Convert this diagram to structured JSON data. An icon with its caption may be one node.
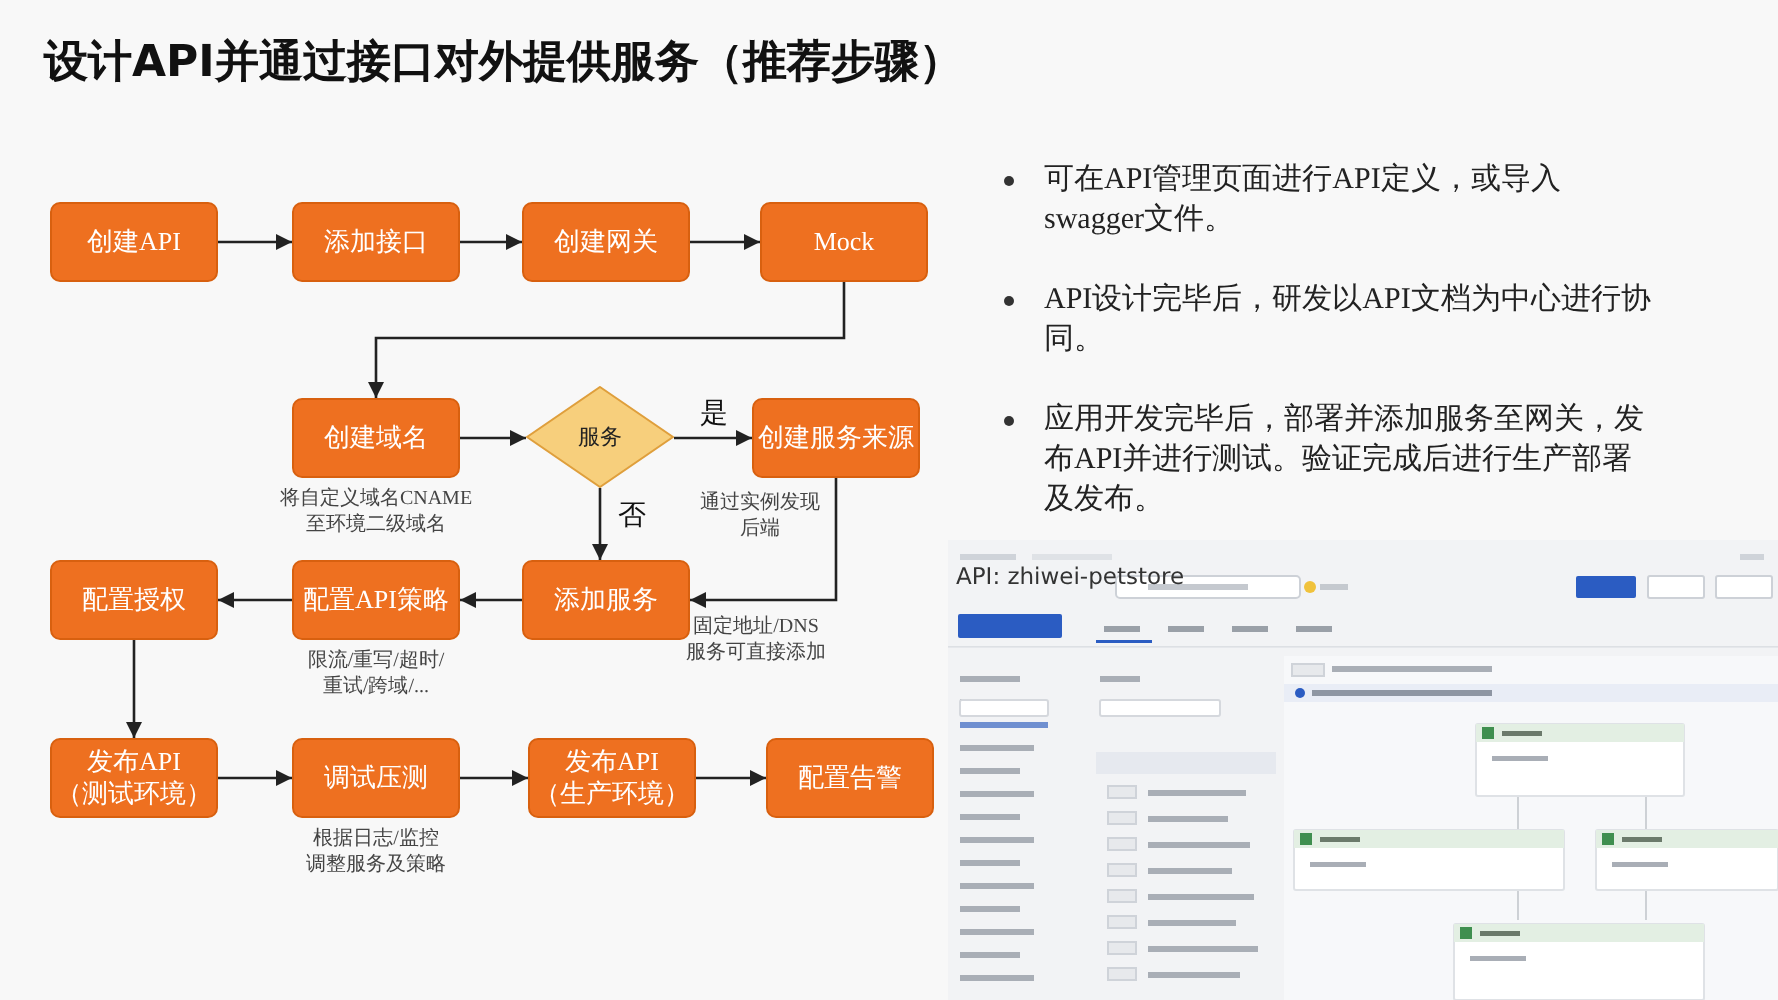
{
  "diagram": {
    "title": "设计API并通过接口对外提供服务（推荐步骤）",
    "nodes": [
      {
        "text": [
          "创建API"
        ]
      },
      {
        "text": [
          "添加接口"
        ]
      },
      {
        "text": [
          "创建网关"
        ]
      },
      {
        "text": [
          "Mock"
        ]
      },
      {
        "text": [
          "创建域名"
        ],
        "beside": [
          "将自定义域名CNAME至环境二级域名"
        ]
      },
      {
        "text": [
          "服务"
        ]
      },
      {
        "text": [
          "创建服务来源"
        ],
        "beside": [
          "通过实例发现后端"
        ]
      },
      {
        "text": [
          "配置授权"
        ]
      },
      {
        "text": [
          "配置API策略"
        ],
        "beside": [
          "限流/重写/超时/重试/跨域/..."
        ]
      },
      {
        "text": [
          "添加服务"
        ],
        "beside": [
          "固定地址/DNS服务可直接添加"
        ]
      },
      {
        "text": [
          "发布API（测试环境）"
        ]
      },
      {
        "text": [
          "调试压测"
        ],
        "beside": [
          "根据日志/监控调整服务及策略"
        ]
      },
      {
        "text": [
          "发布API（生产环境）"
        ]
      },
      {
        "text": [
          "配置告警"
        ]
      }
    ],
    "edges": [
      {
        "from": 0,
        "to": 1,
        "arrow": "to"
      },
      {
        "from": 1,
        "to": 2,
        "arrow": "to"
      },
      {
        "from": 2,
        "to": 3,
        "arrow": "to"
      },
      {
        "from": 3,
        "to": 4,
        "arrow": "to"
      },
      {
        "from": 4,
        "to": 5,
        "arrow": "to"
      },
      {
        "from": 5,
        "to": 6,
        "arrow": "to",
        "label": "是"
      },
      {
        "from": 5,
        "to": 9,
        "arrow": "to",
        "label": "否"
      },
      {
        "from": 6,
        "to": 9,
        "arrow": "to"
      },
      {
        "from": 9,
        "to": 8,
        "arrow": "to"
      },
      {
        "from": 8,
        "to": 7,
        "arrow": "to"
      },
      {
        "from": 7,
        "to": 10,
        "arrow": "to"
      },
      {
        "from": 10,
        "to": 11,
        "arrow": "to"
      },
      {
        "from": 11,
        "to": 12,
        "arrow": "to"
      },
      {
        "from": 12,
        "to": 13,
        "arrow": "to"
      }
    ],
    "labels": [
      "可在API管理页面进行API定义，或导入swagger文件。",
      "API设计完毕后，研发以API文档为中心进行协同。",
      "应用开发完毕后，部署并添加服务至网关，发布API并进行测试。验证完成后进行生产部署及发布。",
      "API: zhiwei-petstore"
    ]
  }
}
